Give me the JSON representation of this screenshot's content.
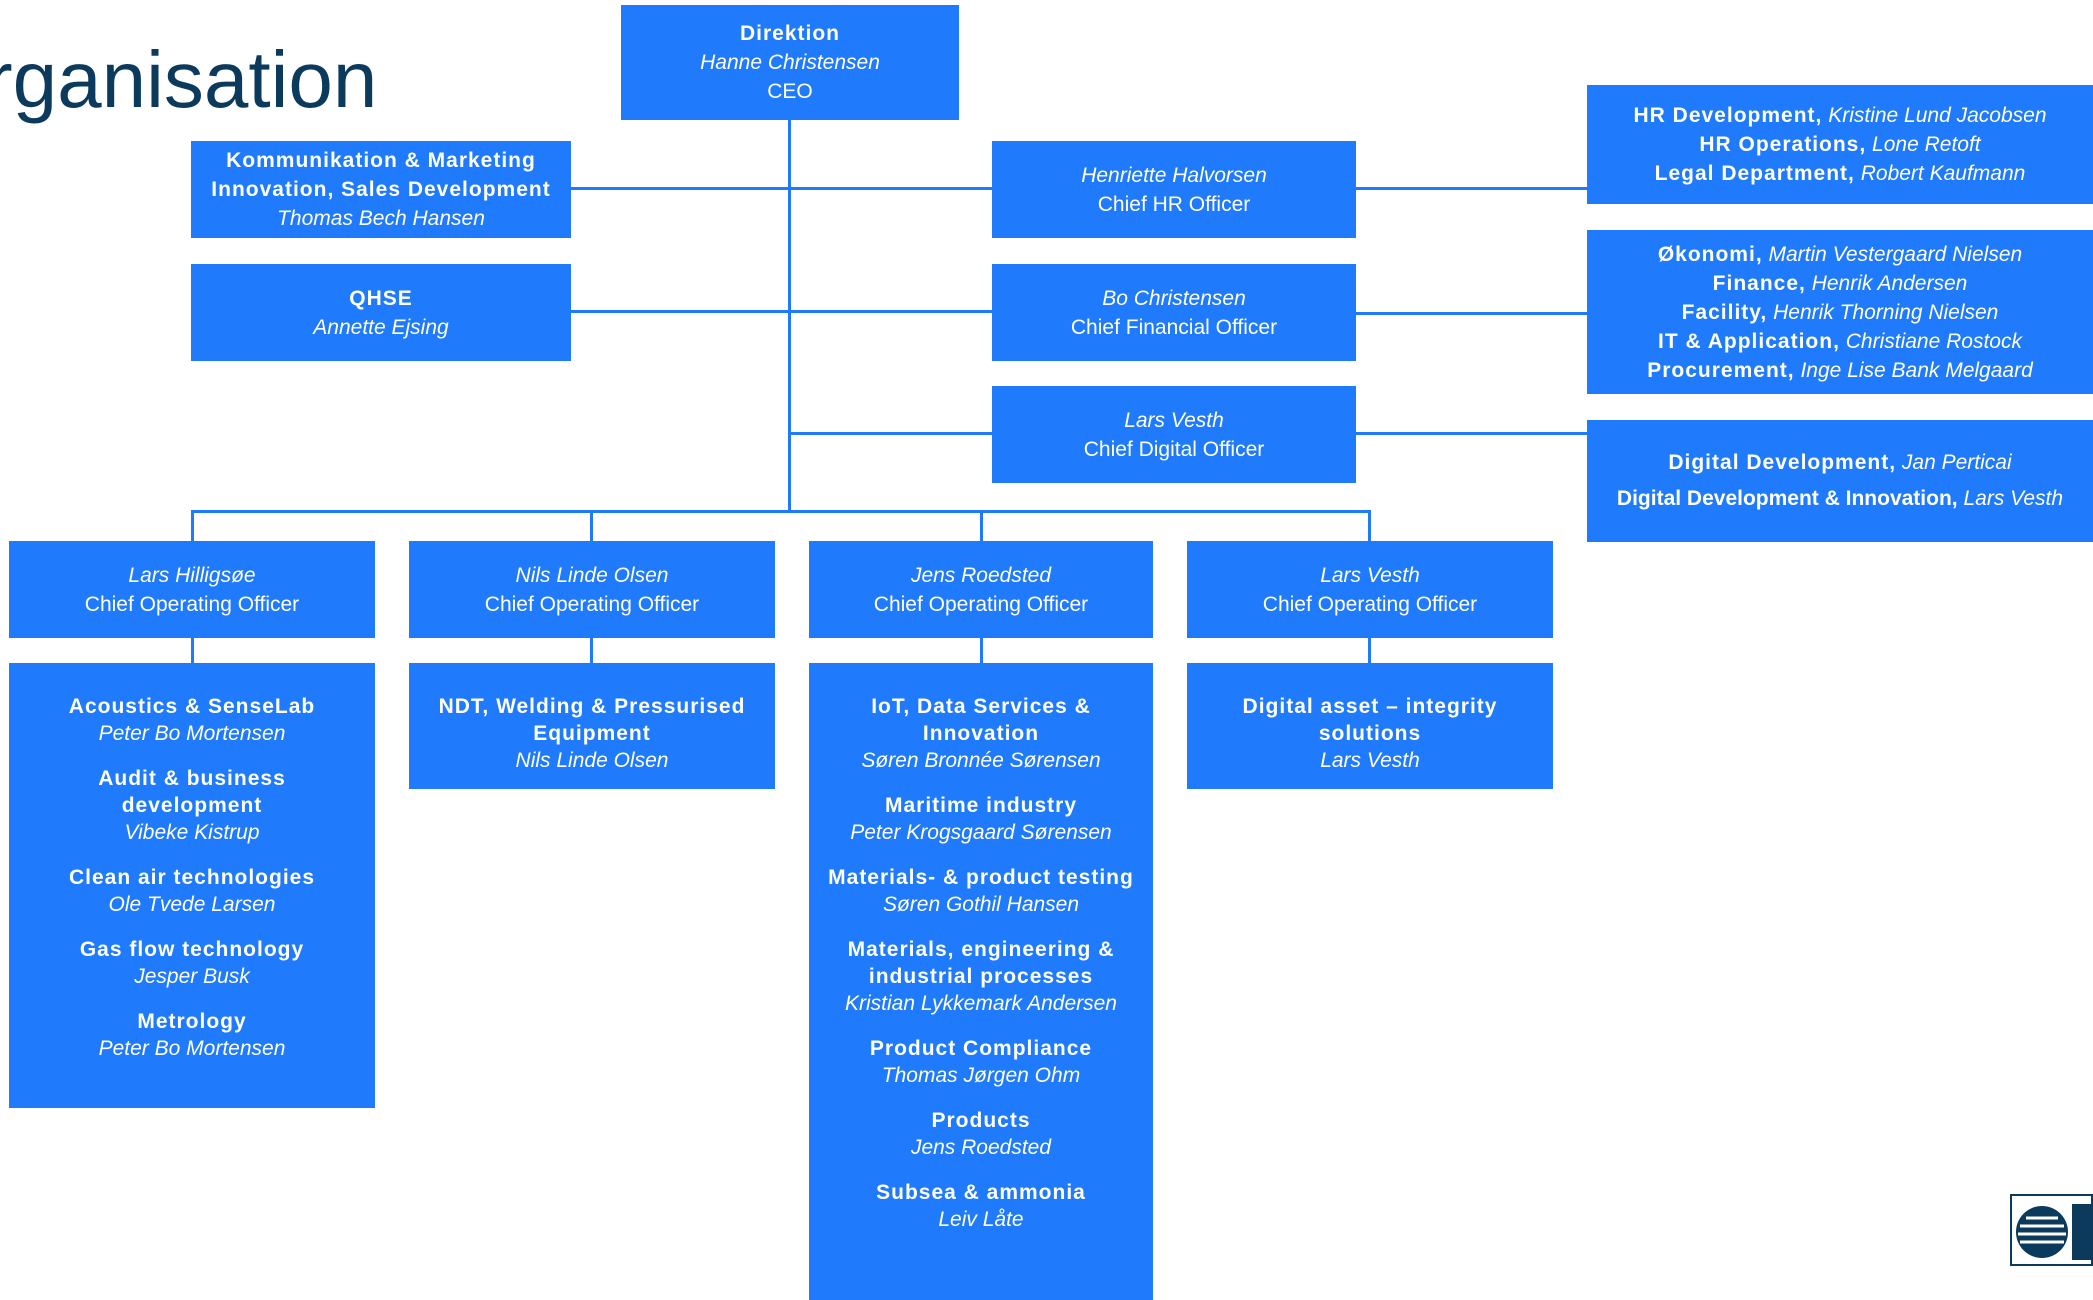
{
  "title": "rganisation",
  "ceo": {
    "heading": "Direktion",
    "name": "Hanne Christensen",
    "role": "CEO"
  },
  "komm": {
    "line1": "Kommunikation & Marketing",
    "line2": "Innovation, Sales Development",
    "name": "Thomas Bech Hansen"
  },
  "qhse": {
    "heading": "QHSE",
    "name": "Annette Ejsing"
  },
  "hr": {
    "name": "Henriette Halvorsen",
    "role": "Chief HR Officer"
  },
  "cfo": {
    "name": "Bo Christensen",
    "role": "Chief Financial Officer"
  },
  "cdo": {
    "name": "Lars Vesth",
    "role": "Chief Digital Officer"
  },
  "hr_units": [
    {
      "unit": "HR Development,",
      "name": "Kristine Lund Jacobsen"
    },
    {
      "unit": "HR Operations,",
      "name": "Lone Retoft"
    },
    {
      "unit": "Legal Department,",
      "name": "Robert Kaufmann"
    }
  ],
  "fin_units": [
    {
      "unit": "Økonomi,",
      "name": "Martin Vestergaard Nielsen"
    },
    {
      "unit": "Finance,",
      "name": "Henrik Andersen"
    },
    {
      "unit": "Facility,",
      "name": "Henrik Thorning Nielsen"
    },
    {
      "unit": "IT & Application,",
      "name": "Christiane Rostock"
    },
    {
      "unit": "Procurement,",
      "name": "Inge Lise Bank Melgaard"
    }
  ],
  "dig_units": [
    {
      "unit": "Digital Development,",
      "name": "Jan Perticai"
    },
    {
      "unit": "Digital Development & Innovation,",
      "name": "Lars Vesth"
    }
  ],
  "coos": [
    {
      "name": "Lars Hilligsøe",
      "role": "Chief Operating Officer"
    },
    {
      "name": "Nils Linde Olsen",
      "role": "Chief Operating Officer"
    },
    {
      "name": "Jens Roedsted",
      "role": "Chief Operating Officer"
    },
    {
      "name": "Lars Vesth",
      "role": "Chief Operating Officer"
    }
  ],
  "div1": [
    {
      "unit": "Acoustics & SenseLab",
      "name": "Peter Bo Mortensen"
    },
    {
      "unit": "Audit & business development",
      "name": "Vibeke Kistrup"
    },
    {
      "unit": "Clean air technologies",
      "name": "Ole Tvede Larsen"
    },
    {
      "unit": "Gas flow technology",
      "name": "Jesper Busk"
    },
    {
      "unit": "Metrology",
      "name": "Peter Bo Mortensen"
    }
  ],
  "div2": [
    {
      "unit": "NDT, Welding & Pressurised Equipment",
      "name": "Nils Linde Olsen"
    }
  ],
  "div3": [
    {
      "unit": "IoT, Data Services & Innovation",
      "name": "Søren Bronnée Sørensen"
    },
    {
      "unit": "Maritime industry",
      "name": "Peter Krogsgaard Sørensen"
    },
    {
      "unit": "Materials- & product testing",
      "name": "Søren Gothil Hansen"
    },
    {
      "unit": "Materials, engineering & industrial processes",
      "name": "Kristian Lykkemark Andersen"
    },
    {
      "unit": "Product Compliance",
      "name": "Thomas Jørgen Ohm"
    },
    {
      "unit": "Products",
      "name": "Jens Roedsted"
    },
    {
      "unit": "Subsea & ammonia",
      "name": "Leiv Låte"
    }
  ],
  "div4": [
    {
      "unit": "Digital asset – integrity solutions",
      "name": "Lars Vesth"
    }
  ],
  "colors": {
    "box": "#1f7afc",
    "title": "#0b3a5c",
    "text": "#ffffff"
  },
  "logo": {
    "icon": "company-logo-icon"
  }
}
